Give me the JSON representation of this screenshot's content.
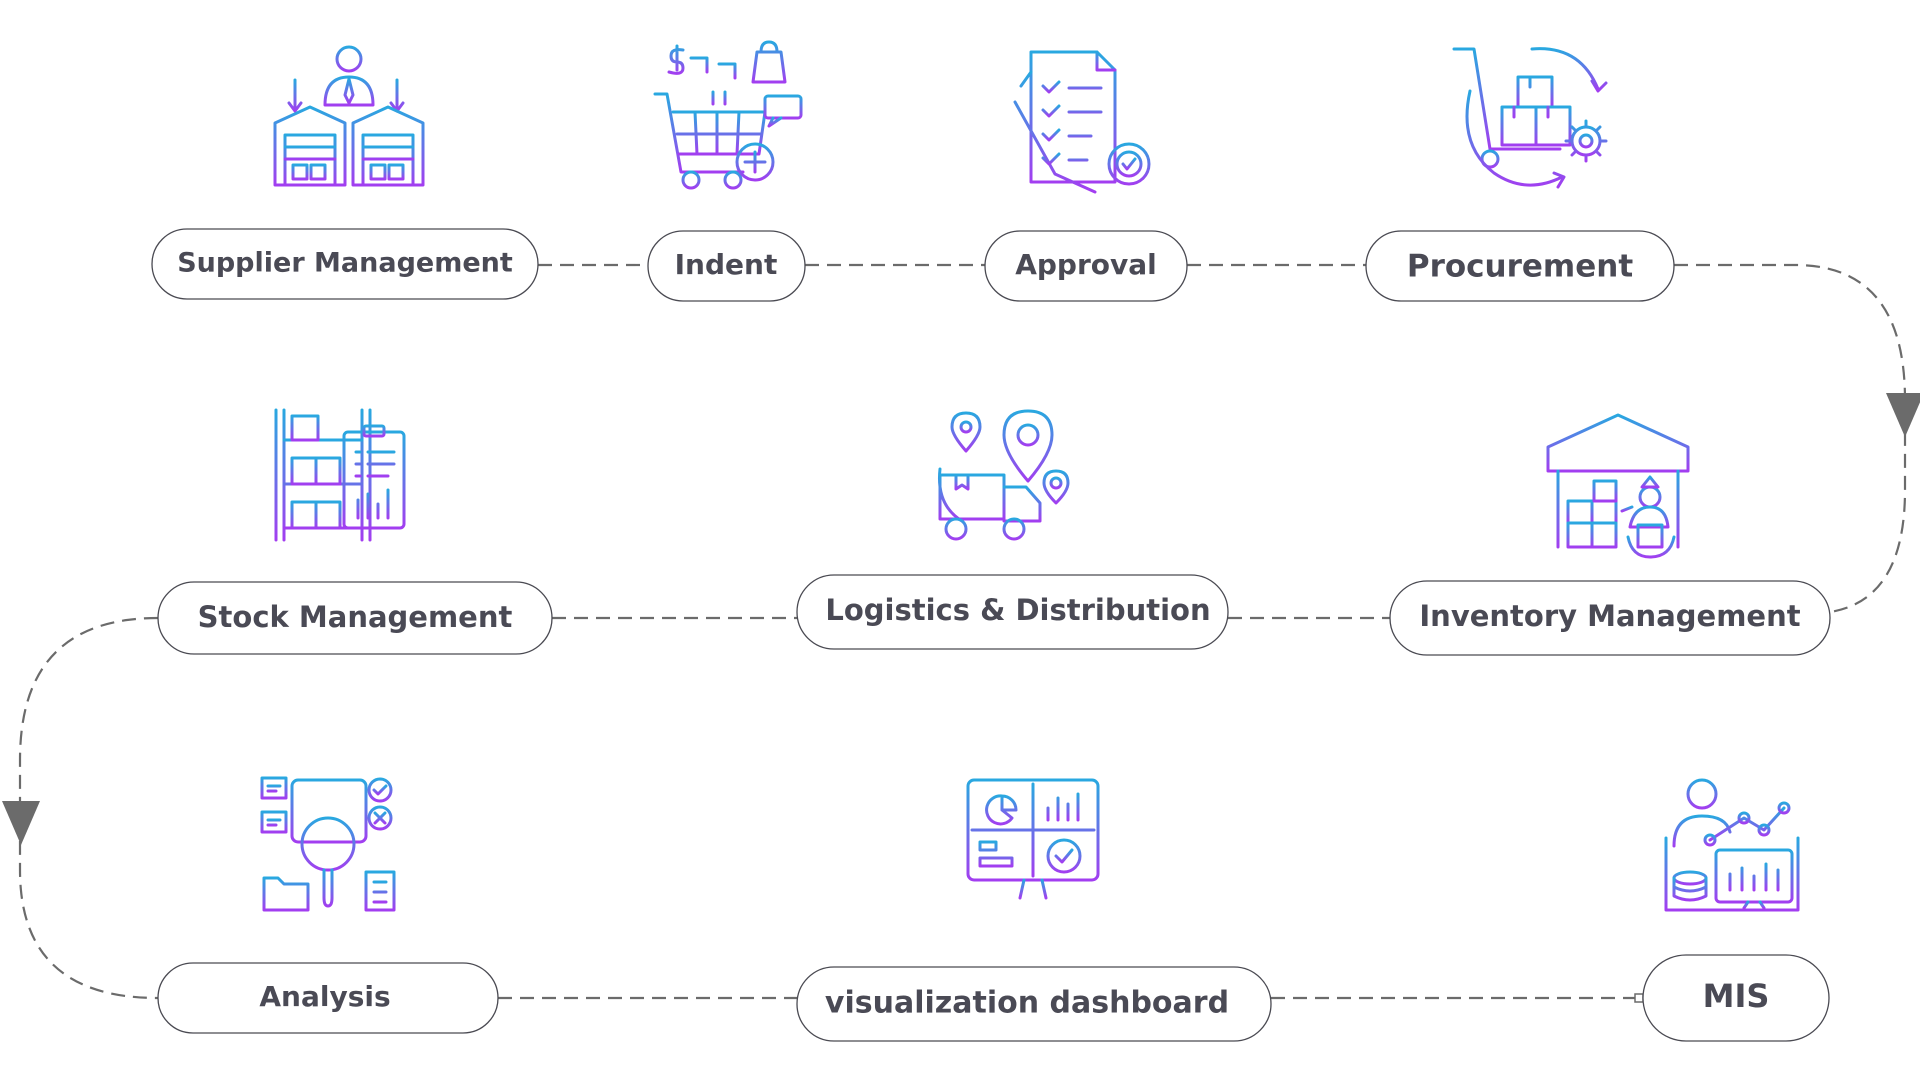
{
  "nodes": [
    {
      "id": "supplier-management",
      "label": "Supplier Management",
      "icon": "warehouse-supplier-icon"
    },
    {
      "id": "indent",
      "label": "Indent",
      "icon": "shopping-cart-icon"
    },
    {
      "id": "approval",
      "label": "Approval",
      "icon": "checklist-approval-icon"
    },
    {
      "id": "procurement",
      "label": "Procurement",
      "icon": "hand-truck-icon"
    },
    {
      "id": "inventory-management",
      "label": "Inventory Management",
      "icon": "warehouse-inventory-icon"
    },
    {
      "id": "logistics-distribution",
      "label": "Logistics & Distribution",
      "icon": "delivery-truck-icon"
    },
    {
      "id": "stock-management",
      "label": "Stock Management",
      "icon": "shelf-clipboard-icon"
    },
    {
      "id": "analysis",
      "label": "Analysis",
      "icon": "magnifier-analysis-icon"
    },
    {
      "id": "visualization-dashboard",
      "label": "visualization dashboard",
      "icon": "dashboard-monitor-icon"
    },
    {
      "id": "mis",
      "label": "MIS",
      "icon": "user-analytics-icon"
    }
  ],
  "edges": [
    [
      "supplier-management",
      "indent"
    ],
    [
      "indent",
      "approval"
    ],
    [
      "approval",
      "procurement"
    ],
    [
      "procurement",
      "inventory-management"
    ],
    [
      "inventory-management",
      "logistics-distribution"
    ],
    [
      "logistics-distribution",
      "stock-management"
    ],
    [
      "stock-management",
      "analysis"
    ],
    [
      "analysis",
      "visualization-dashboard"
    ],
    [
      "visualization-dashboard",
      "mis"
    ]
  ],
  "colors": {
    "gradient_start": "#29a8e0",
    "gradient_end": "#a23ef0",
    "connector": "#6b6b6b",
    "label_text": "#4a4a55",
    "node_border": "#4a4a52"
  }
}
